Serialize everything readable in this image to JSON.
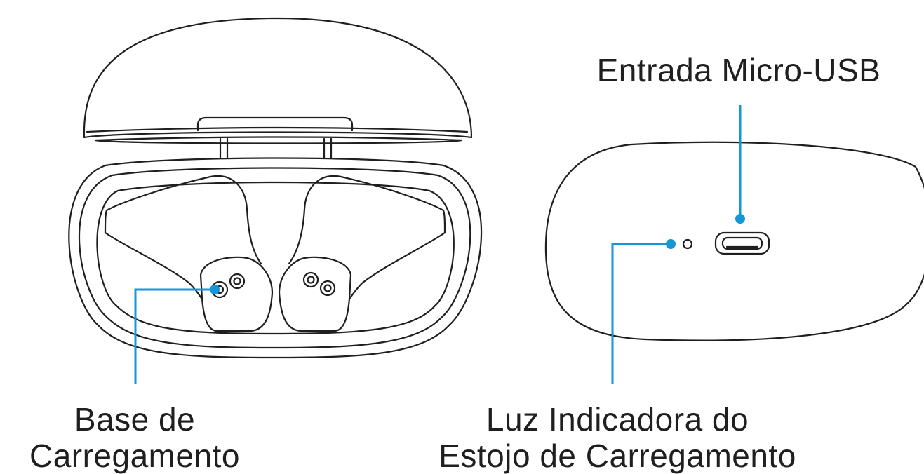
{
  "labels": {
    "micro_usb": "Entrada Micro-USB",
    "base_line1": "Base de",
    "base_line2": "Carregamento",
    "luz_line1": "Luz Indicadora do",
    "luz_line2": "Estojo de Carregamento"
  },
  "colors": {
    "accent": "#1596d6",
    "outline": "#1f1f1f",
    "background": "#ffffff"
  }
}
